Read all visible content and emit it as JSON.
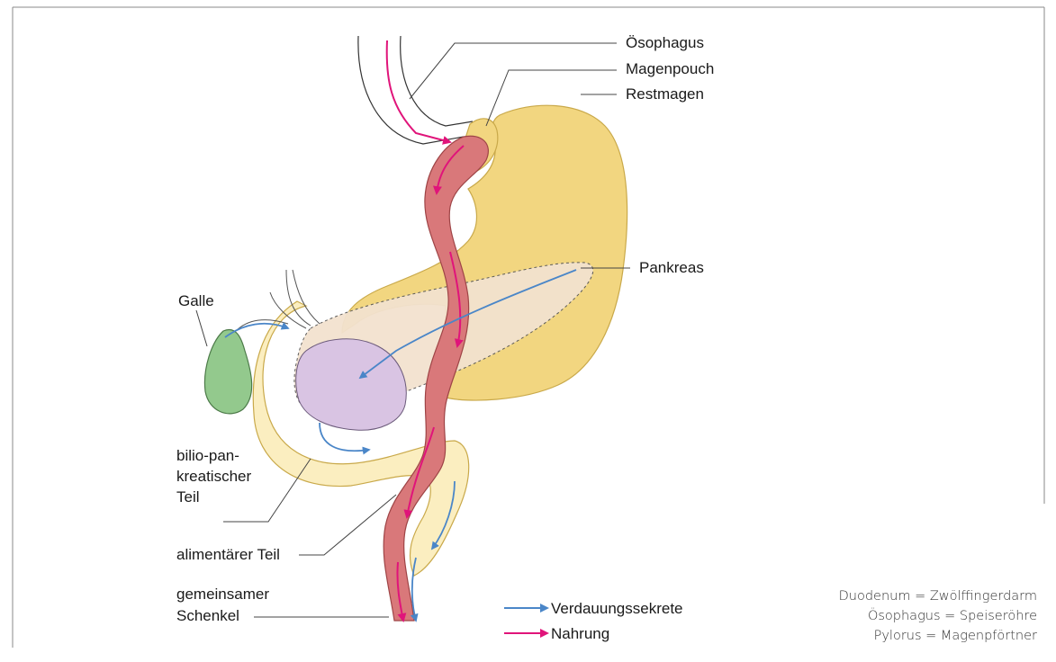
{
  "labels": {
    "esophagus": "Ösophagus",
    "pouch": "Magenpouch",
    "remnant_stomach": "Restmagen",
    "pancreas": "Pankreas",
    "gall": "Galle",
    "biliopancreatic_1": "bilio-pan-",
    "biliopancreatic_2": "kreatischer",
    "biliopancreatic_3": "Teil",
    "alimentary": "alimentärer Teil",
    "common_1": "gemeinsamer",
    "common_2": "Schenkel"
  },
  "legend": {
    "secretions": "Verdauungssekrete",
    "food": "Nahrung"
  },
  "glossary": [
    "Duodenum = Zwölffingerdarm",
    "Ösophagus = Speiseröhre",
    "Pylorus = Magenpförtner"
  ],
  "colors": {
    "frame": "#8a8a8a",
    "stomach": "#f2d680",
    "stomach_stroke": "#c9a94a",
    "intestine_red": "#d9787a",
    "intestine_stroke": "#9e4446",
    "duodenum": "#fbeec0",
    "pancreas": "#f3e2cf",
    "gallbladder": "#93c98d",
    "purple": "#d9c4e3",
    "food_arrow": "#e0147a",
    "secretion_arrow": "#4a86c8",
    "leader": "#444444"
  }
}
